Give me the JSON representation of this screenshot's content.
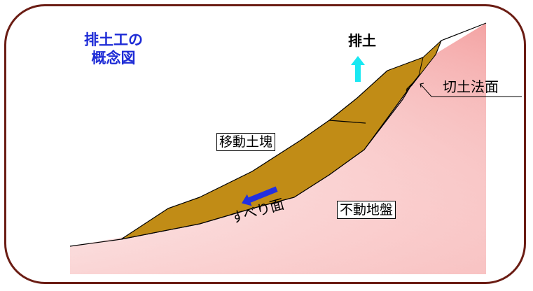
{
  "diagram": {
    "title_line1": "排土工の",
    "title_line2": "概念図",
    "removal_label": "排土",
    "cut_slope_label": "切土法面",
    "moving_mass_label": "移動土塊",
    "stable_ground_label": "不動地盤",
    "slip_surface_label": "すべり面"
  },
  "colors": {
    "frame": "#6b1d14",
    "title_text": "#1d2bd6",
    "soil_mass": "#c18c16",
    "ground_top": "#f6b3b3",
    "ground_bottom": "#ffffff",
    "removal_arrow": "#19e8f2",
    "slip_arrow": "#2230e0"
  }
}
